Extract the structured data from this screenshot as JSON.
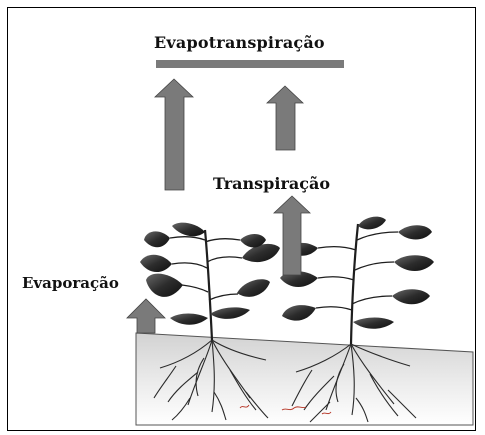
{
  "labels": {
    "evapotranspiration": "Evapotranspiração",
    "transpiration": "Transpiração",
    "evaporation": "Evaporação"
  },
  "colors": {
    "arrow": "#7a7a7a",
    "bar": "#7a7a7a",
    "leaf": "#2e2e2e",
    "stem": "#1e1e1e",
    "soil_top": "#d4d4d4",
    "soil_bottom": "#ffffff",
    "root": "#2a2a2a",
    "root_hair": "#b53020"
  }
}
